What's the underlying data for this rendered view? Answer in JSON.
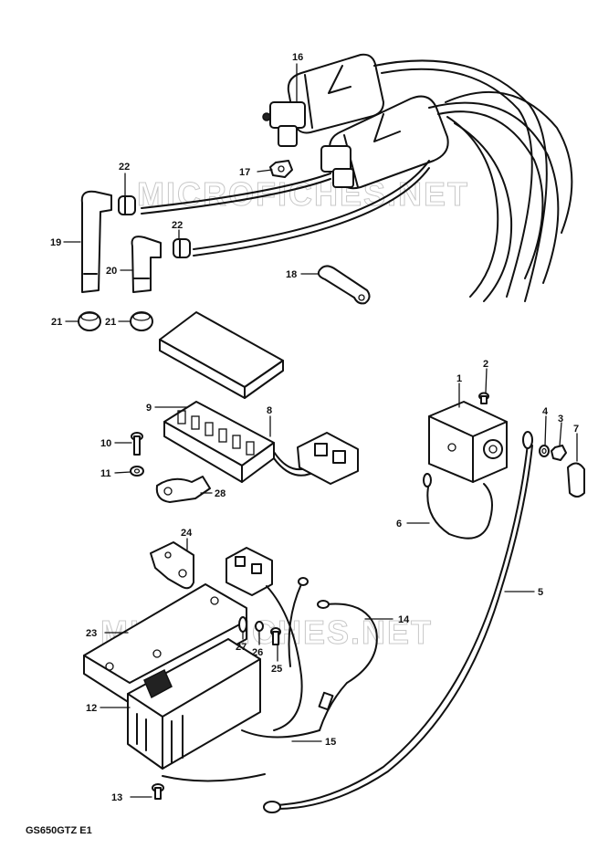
{
  "watermark": "MICROFICHES.NET",
  "diagram_code": "GS650GTZ E1",
  "callouts": {
    "c1": "1",
    "c2": "2",
    "c3": "3",
    "c4": "4",
    "c5": "5",
    "c6": "6",
    "c7": "7",
    "c8": "8",
    "c9": "9",
    "c10": "10",
    "c11": "11",
    "c12": "12",
    "c13": "13",
    "c14": "14",
    "c15": "15",
    "c16": "16",
    "c17": "17",
    "c18": "18",
    "c19": "19",
    "c20": "20",
    "c21a": "21",
    "c21b": "21",
    "c22a": "22",
    "c22b": "22",
    "c23": "23",
    "c24": "24",
    "c25": "25",
    "c26": "26",
    "c27": "27",
    "c28": "28"
  }
}
